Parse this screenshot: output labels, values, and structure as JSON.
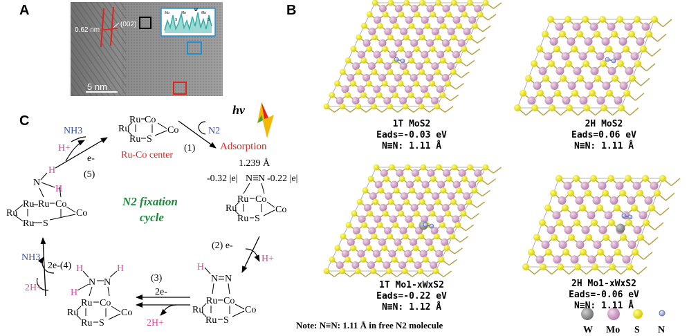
{
  "panels": {
    "a": "A",
    "b": "B",
    "c": "C"
  },
  "tem": {
    "d_spacing": "0.62 nm",
    "plane": "(002)",
    "scale_bar": "5 nm",
    "profile_labels": [
      "Mo",
      "Mo",
      "Mo",
      "W",
      "S",
      "S"
    ]
  },
  "structures": [
    {
      "name": "1T MoS<sub>2</sub>",
      "name_text": "1T MoS2",
      "energy": "Eads=-0.03 eV",
      "bond": "N≡N: 1.11 Å"
    },
    {
      "name_text": "2H MoS2",
      "energy": "Eads=0.06 eV",
      "bond": "N≡N: 1.11 Å"
    },
    {
      "name_text": "1T Mo1-xWxS2",
      "energy": "Eads=-0.22 eV",
      "bond": "N≡N: 1.12 Å"
    },
    {
      "name_text": "2H Mo1-xWxS2",
      "energy": "Eads=-0.06 eV",
      "bond": "N≡N: 1.11 Å"
    }
  ],
  "legend": [
    {
      "symbol": "W",
      "color": "#8c8c8c"
    },
    {
      "symbol": "Mo",
      "color": "#c994c0"
    },
    {
      "symbol": "S",
      "color": "#ecec00"
    },
    {
      "symbol": "N",
      "color": "#a9b6e0"
    }
  ],
  "note": "Note: N≡N: 1.11 Å in free N2 molecule",
  "cycle": {
    "title_line1": "N2 fixation",
    "title_line2": "cycle",
    "center_label": "Ru-Co center",
    "adsorption": "Adsorption",
    "light": "hv",
    "n2": "N2",
    "nh3": "NH3",
    "h_plus": "H+",
    "electron": "e-",
    "bond_length": "1.239 Å",
    "charge_left": "-0.32 |e|",
    "charge_right": "-0.22 |e|",
    "steps": [
      "(1)",
      "(2) e-",
      "(3)",
      "2e-(4)",
      "(5)"
    ],
    "two_e": "2e-",
    "two_h": "2H+",
    "atoms": {
      "ru": "Ru",
      "co": "Co",
      "s": "S",
      "n": "N",
      "h": "H"
    }
  },
  "colors": {
    "mo": "#c994c0",
    "s": "#ecec00",
    "w": "#8c8c8c",
    "n": "#a9b6e0",
    "magenta": "#e0479e",
    "blue": "#3850a0",
    "red": "#e2231a",
    "green": "#1a8a3a"
  }
}
